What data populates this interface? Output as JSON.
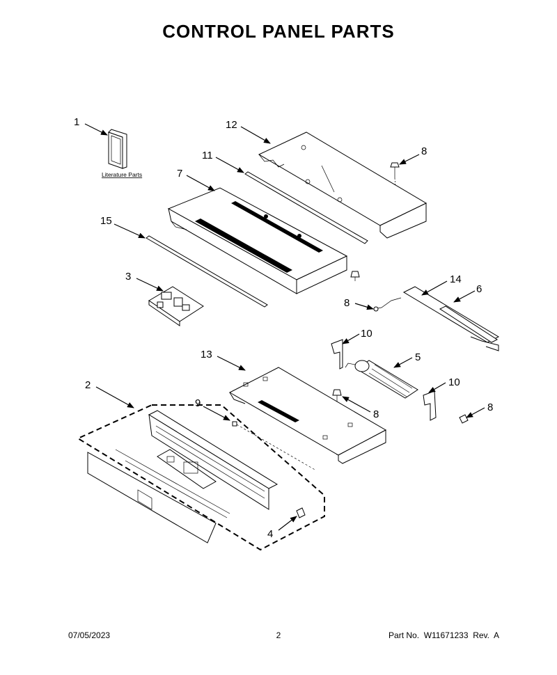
{
  "page": {
    "title": "CONTROL PANEL PARTS"
  },
  "diagram": {
    "callouts": [
      "1",
      "2",
      "3",
      "4",
      "5",
      "6",
      "7",
      "8",
      "9",
      "10",
      "11",
      "12",
      "13",
      "14",
      "15"
    ],
    "literature_label": "Literature Parts"
  },
  "footer": {
    "date": "07/05/2023",
    "page_number": "2",
    "part_number": "Part No.  W11671233  Rev.  A"
  }
}
